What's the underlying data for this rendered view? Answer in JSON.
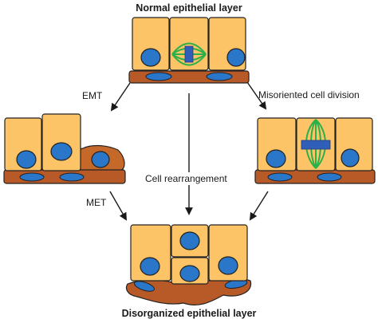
{
  "top_title": "Normal epithelial layer",
  "bottom_title": "Disorganized epithelial layer",
  "labels": {
    "emt": "EMT",
    "met": "MET",
    "misoriented": "Misoriented cell division",
    "rearrangement": "Cell rearrangement"
  },
  "colors": {
    "cell_fill": "#fcc466",
    "cell_stroke": "#222222",
    "nucleus": "#2a76c8",
    "basement": "#b85a28",
    "spindle": "#2bb04a",
    "chromosomes": "#2f5fb8",
    "arrow": "#1a1a1a"
  },
  "icons": [
    "spindle-icon",
    "arrow-icon"
  ]
}
